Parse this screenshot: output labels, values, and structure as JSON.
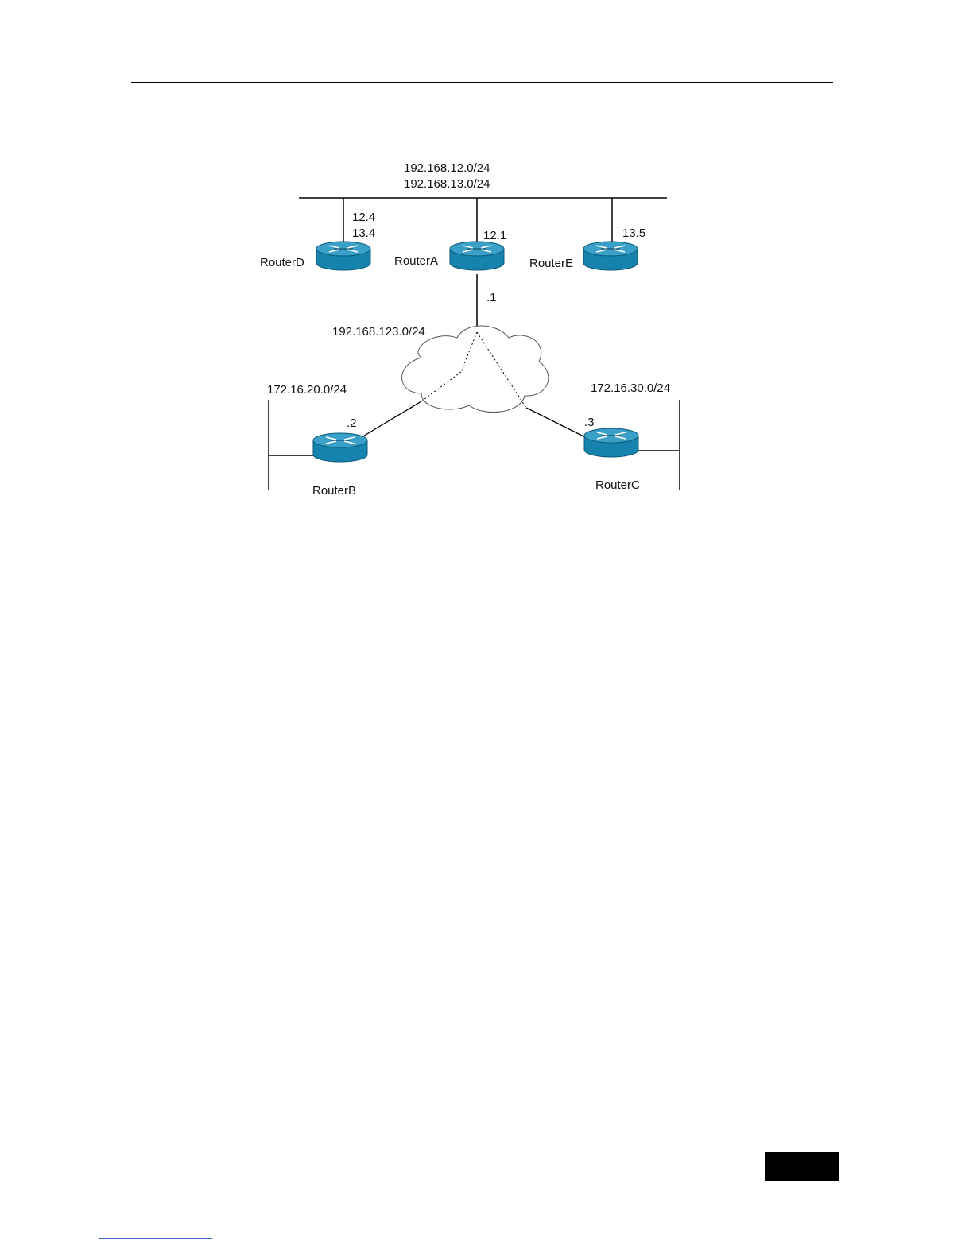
{
  "diagram": {
    "subnets": {
      "top_line1": "192.168.12.0/24",
      "top_line2": "192.168.13.0/24",
      "frame_relay": "192.168.123.0/24",
      "lan_b": "172.16.20.0/24",
      "lan_c": "172.16.30.0/24"
    },
    "routers": {
      "d": {
        "name": "RouterD",
        "addr1": "12.4",
        "addr2": "13.4"
      },
      "a": {
        "name": "RouterA",
        "addr_top": "12.1",
        "addr_bottom": ".1"
      },
      "e": {
        "name": "RouterE",
        "addr": "13.5"
      },
      "b": {
        "name": "RouterB",
        "addr": ".2"
      },
      "c": {
        "name": "RouterC",
        "addr": ".3"
      }
    },
    "colors": {
      "router_top": "#3aa0c8",
      "router_side": "#1583ad",
      "router_line": "#0d5a7a",
      "line": "#000000",
      "cloud_stroke": "#555555"
    },
    "icons": {
      "router": "router-icon",
      "cloud": "cloud-icon"
    }
  }
}
